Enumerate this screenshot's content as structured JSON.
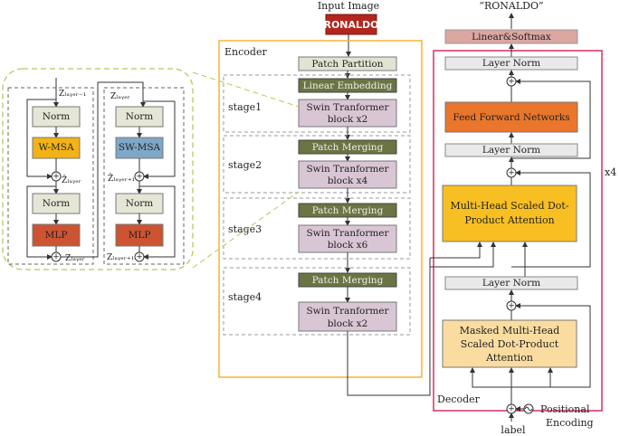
{
  "input_image": {
    "title": "Input Image",
    "image_text": "RONALDO"
  },
  "output": {
    "text": "“RONALDO”"
  },
  "swin_detail": {
    "left": {
      "z_in": "Zₗₐᵧₑᵣ₋₁",
      "norm1": "Norm",
      "attn": "W-MSA",
      "z_mid": "Ẑₗₐᵧₑᵣ",
      "norm2": "Norm",
      "mlp": "MLP",
      "z_out": "Zₗₐᵧₑᵣ"
    },
    "right": {
      "z_in": "Zₗₐᵧₑᵣ",
      "norm1": "Norm",
      "attn": "SW-MSA",
      "z_mid": "Ẑₗₐᵧₑᵣ₊₁",
      "norm2": "Norm",
      "mlp": "MLP",
      "z_out": "Zₗₐᵧₑᵣ₊₁"
    }
  },
  "encoder": {
    "label": "Encoder",
    "patch_partition": "Patch Partition",
    "stages": [
      {
        "label": "stage1",
        "op": "Linear Embedding",
        "block": [
          "Swin Tranformer",
          "block x2"
        ]
      },
      {
        "label": "stage2",
        "op": "Patch Merging",
        "block": [
          "Swin Tranformer",
          "block x4"
        ]
      },
      {
        "label": "stage3",
        "op": "Patch Merging",
        "block": [
          "Swin Tranformer",
          "block x6"
        ]
      },
      {
        "label": "stage4",
        "op": "Patch Merging",
        "block": [
          "Swin Tranformer",
          "block x2"
        ]
      }
    ]
  },
  "decoder": {
    "label": "Decoder",
    "repeat": "x4",
    "linear_softmax": "Linear&Softmax",
    "layer_norm": "Layer Norm",
    "ffn": "Feed Forward Networks",
    "mha": [
      "Multi-Head Scaled Dot-",
      "Product Attention"
    ],
    "masked_mha": [
      "Masked Multi-Head",
      "Scaled Dot-Product",
      "Attention"
    ],
    "positional_encoding": [
      "Positional",
      "Encoding"
    ],
    "input_label": "label"
  },
  "colors": {
    "encoder_border": "#f5b335",
    "decoder_border": "#d82f5e",
    "swin_block": "#d9c6d4",
    "patch_merging": "#6b7544",
    "patch_partition": "#e3e3d3",
    "ffn": "#e9762b",
    "mha": "#f8bf22",
    "masked_mha": "#fbdca0",
    "linear_softmax": "#dca6a1",
    "w_msa": "#f3b215",
    "sw_msa": "#7fa7c8",
    "mlp": "#cc5432",
    "norm": "#e6e6d6",
    "zoom_dash": "#b9c75c"
  }
}
